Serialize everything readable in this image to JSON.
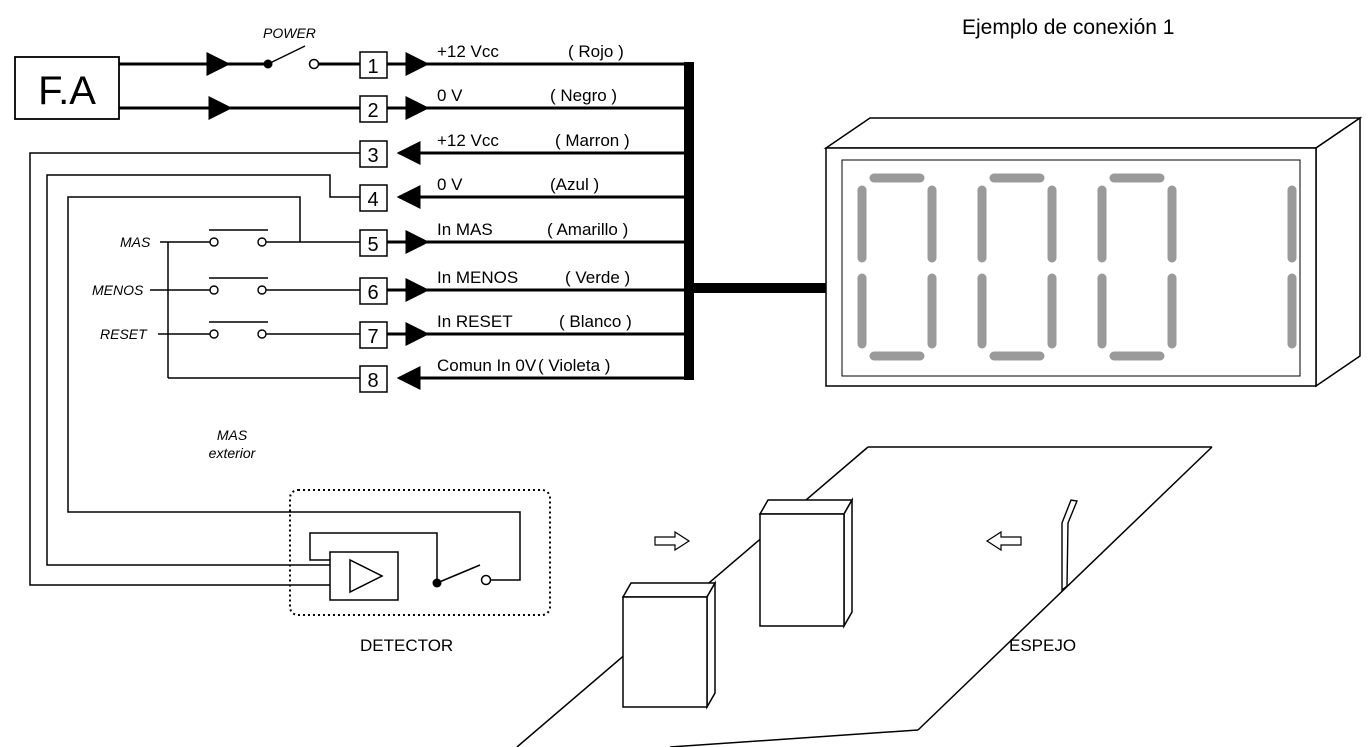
{
  "title": "Ejemplo de conexión 1",
  "power_supply": "F.A",
  "power_switch": "POWER",
  "terminals": [
    {
      "number": "1",
      "signal": "+12 Vcc",
      "color": "( Rojo )"
    },
    {
      "number": "2",
      "signal": "0 V",
      "color": "( Negro )"
    },
    {
      "number": "3",
      "signal": "+12 Vcc",
      "color": "( Marron )"
    },
    {
      "number": "4",
      "signal": "0 V",
      "color": "(Azul )"
    },
    {
      "number": "5",
      "signal": "In  MAS",
      "color": "( Amarillo )"
    },
    {
      "number": "6",
      "signal": "In  MENOS",
      "color": "( Verde )"
    },
    {
      "number": "7",
      "signal": "In  RESET",
      "color": "( Blanco )"
    },
    {
      "number": "8",
      "signal": "Comun In 0V",
      "color": "( Violeta )"
    }
  ],
  "buttons": [
    "MAS",
    "MENOS",
    "RESET"
  ],
  "external_input": {
    "line1": "MAS",
    "line2": "exterior"
  },
  "detector_label": "DETECTOR",
  "mirror_label": "ESPEJO",
  "display_digits": "0001",
  "segment_color": "#9a9a9a"
}
